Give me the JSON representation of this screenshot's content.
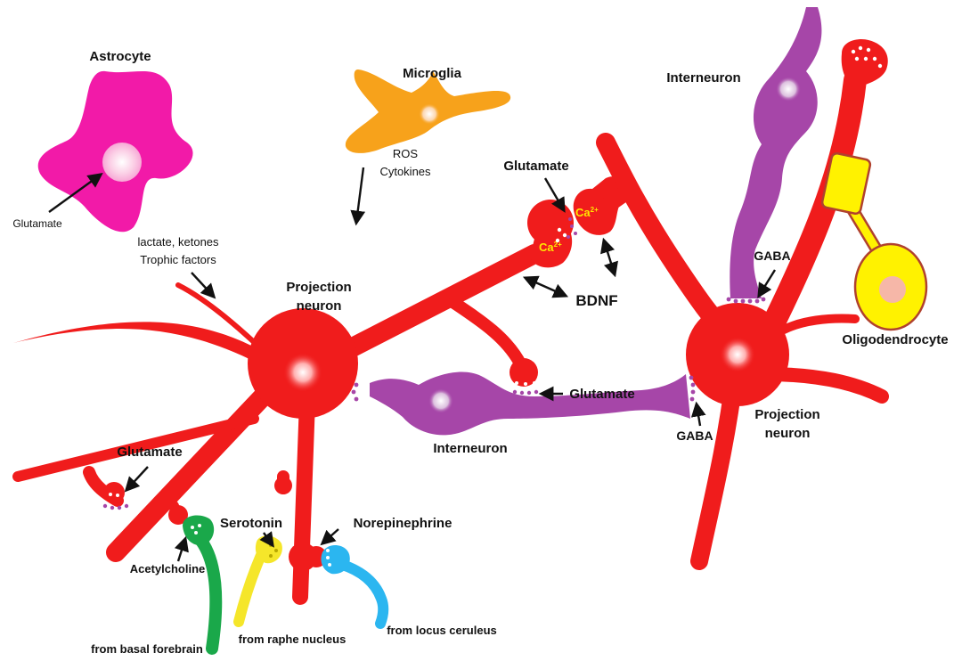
{
  "cells": {
    "astrocyte": "Astrocyte",
    "microglia": "Microglia",
    "interneuron_top": "Interneuron",
    "interneuron_bottom": "Interneuron",
    "oligodendrocyte": "Oligodendrocyte",
    "projection_left_1": "Projection",
    "projection_left_2": "neuron",
    "projection_right_1": "Projection",
    "projection_right_2": "neuron"
  },
  "signals": {
    "glutamate_astro": "Glutamate",
    "lactate": "lactate, ketones",
    "trophic": "Trophic factors",
    "ros": "ROS",
    "cytokines": "Cytokines",
    "glutamate_top": "Glutamate",
    "ca_left": "Ca",
    "ca_right": "Ca",
    "ca_sup": "2+",
    "bdnf": "BDNF",
    "gaba_top": "GABA",
    "gaba_right": "GABA",
    "glutamate_mid": "Glutamate",
    "glutamate_left": "Glutamate",
    "acetylcholine": "Acetylcholine",
    "serotonin": "Serotonin",
    "norepinephrine": "Norepinephrine",
    "from_basal": "from basal forebrain",
    "from_raphe": "from raphe nucleus",
    "from_locus": "from locus ceruleus"
  },
  "colors": {
    "neuron": "#f01c1c",
    "astrocyte": "#f21aa8",
    "microglia": "#f7a21b",
    "interneuron": "#a646a8",
    "oligodendrocyte": "#fff200",
    "cholinergic": "#1aa84a",
    "serotonergic": "#f5e62a",
    "noradrenergic": "#2bb6f0"
  }
}
